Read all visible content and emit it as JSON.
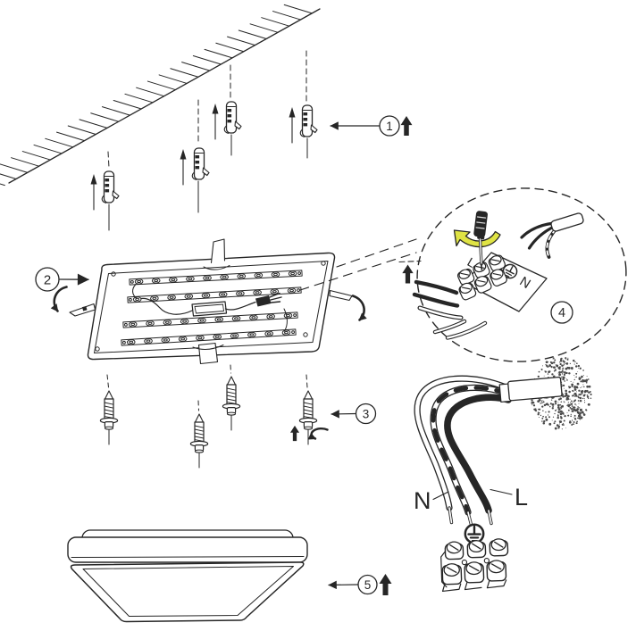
{
  "diagram": {
    "steps": [
      {
        "id": "1"
      },
      {
        "id": "2"
      },
      {
        "id": "3"
      },
      {
        "id": "4"
      },
      {
        "id": "5"
      }
    ],
    "wire_labels": {
      "neutral": "N",
      "live": "L"
    },
    "terminal_plate_labels": {
      "live": "L",
      "neutral": "N"
    }
  },
  "colors": {
    "ink": "#262626",
    "highlight": "#dfe344",
    "paper": "#ffffff"
  }
}
